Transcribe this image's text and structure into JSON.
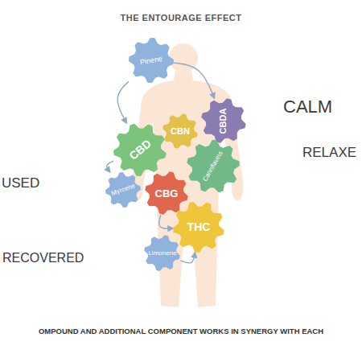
{
  "diagram": {
    "title": "THE ENTOURAGE EFFECT",
    "caption": "OMPOUND AND ADDITIONAL COMPONENT WORKS IN SYNERGY WITH EACH",
    "nodes": [
      {
        "text": [
          "Pinene"
        ]
      },
      {
        "text": [
          "CBDA"
        ]
      },
      {
        "text": [
          "CBN"
        ]
      },
      {
        "text": [
          "CBD"
        ]
      },
      {
        "text": [
          "Cannflavins"
        ]
      },
      {
        "text": [
          "Myrcene"
        ]
      },
      {
        "text": [
          "CBG"
        ]
      },
      {
        "text": [
          "THC"
        ]
      },
      {
        "text": [
          "Limonene"
        ]
      }
    ],
    "edges": [
      {
        "from": 0,
        "to": 1,
        "arrow": "to"
      },
      {
        "from": 0,
        "to": 3,
        "arrow": "to"
      },
      {
        "from": 3,
        "to": 5,
        "arrow": "to"
      },
      {
        "from": 6,
        "to": 7,
        "arrow": "to"
      },
      {
        "from": 8,
        "to": 7,
        "arrow": "to"
      }
    ],
    "labels": [
      "CALM",
      "RELAXE",
      "USED",
      "RECOVERED"
    ]
  }
}
